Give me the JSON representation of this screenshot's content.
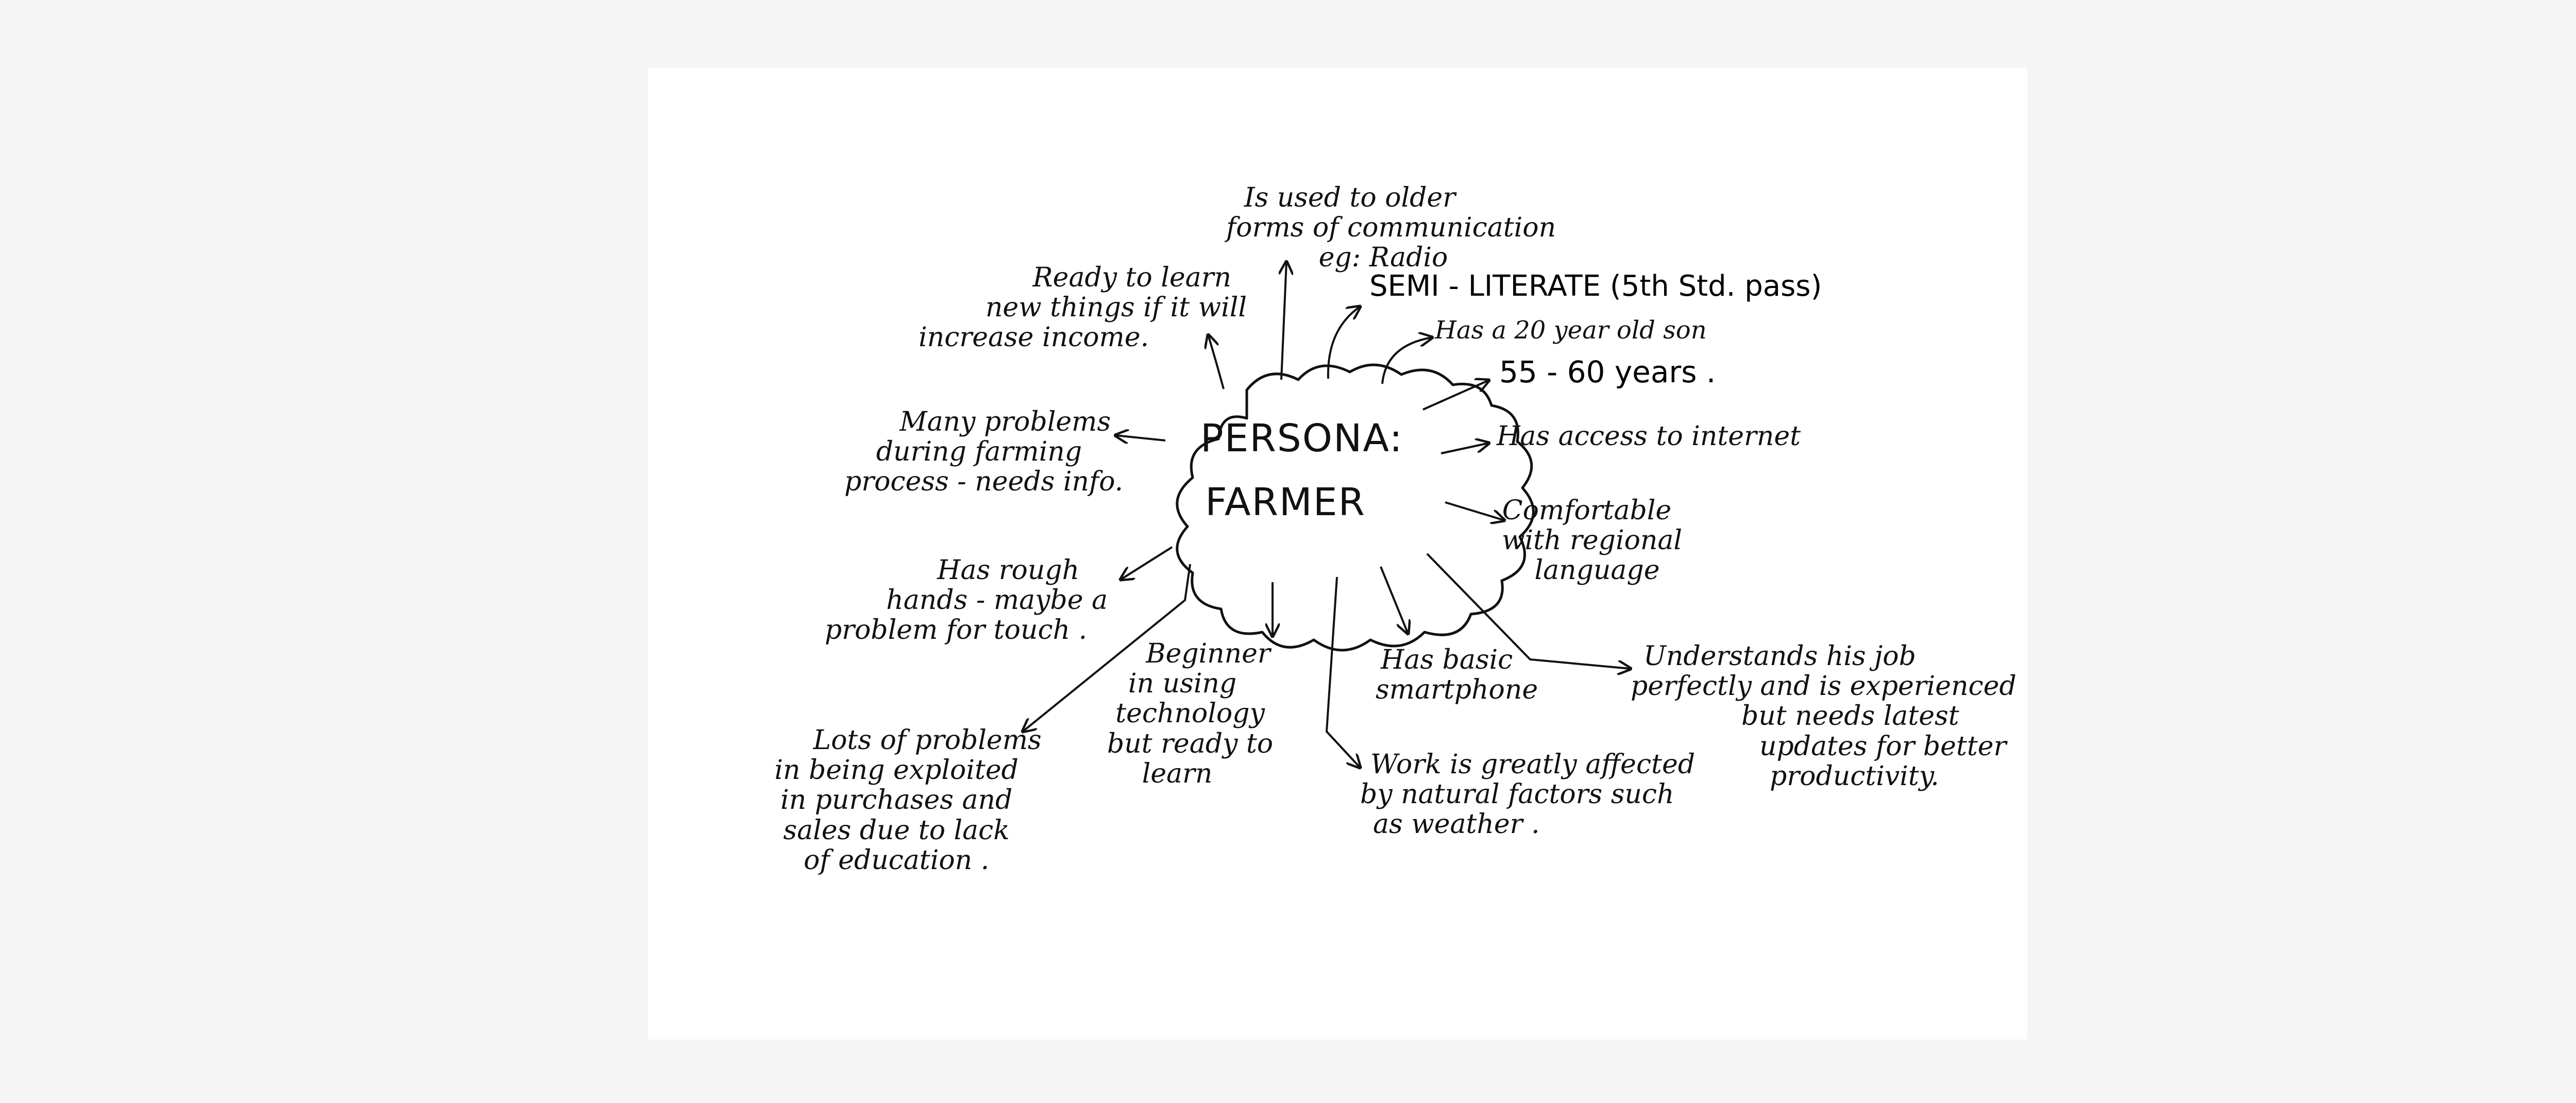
{
  "center": {
    "line1": "PERSONA:",
    "line2": "FARMER"
  },
  "notes": {
    "older_forms": [
      "Is used to older",
      "forms of communication",
      "eg: Radio"
    ],
    "ready_to_learn": [
      "Ready to learn",
      "new things if it will",
      "increase income."
    ],
    "semi_literate": "SEMI - LITERATE (5th Std. pass)",
    "son": "Has a 20 year old son",
    "age": "55 - 60 years .",
    "internet": "Has access to internet",
    "regional_language": [
      "Comfortable",
      "with regional",
      "language"
    ],
    "many_problems": [
      "Many problems",
      "during farming",
      "process - needs info."
    ],
    "rough_hands": [
      "Has rough",
      "hands - maybe a",
      "problem for touch ."
    ],
    "exploited": [
      "Lots of problems",
      "in being exploited",
      "in purchases and",
      "sales due to lack",
      "of education ."
    ],
    "beginner": [
      "Beginner",
      "in using",
      "technology",
      "but ready to",
      "learn"
    ],
    "smartphone": [
      "Has basic",
      "smartphone"
    ],
    "weather": [
      "Work is greatly affected",
      "by natural factors such",
      "as weather ."
    ],
    "job": [
      "Understands his job",
      "perfectly and is experienced",
      "but needs latest",
      "updates for better",
      "productivity."
    ]
  }
}
